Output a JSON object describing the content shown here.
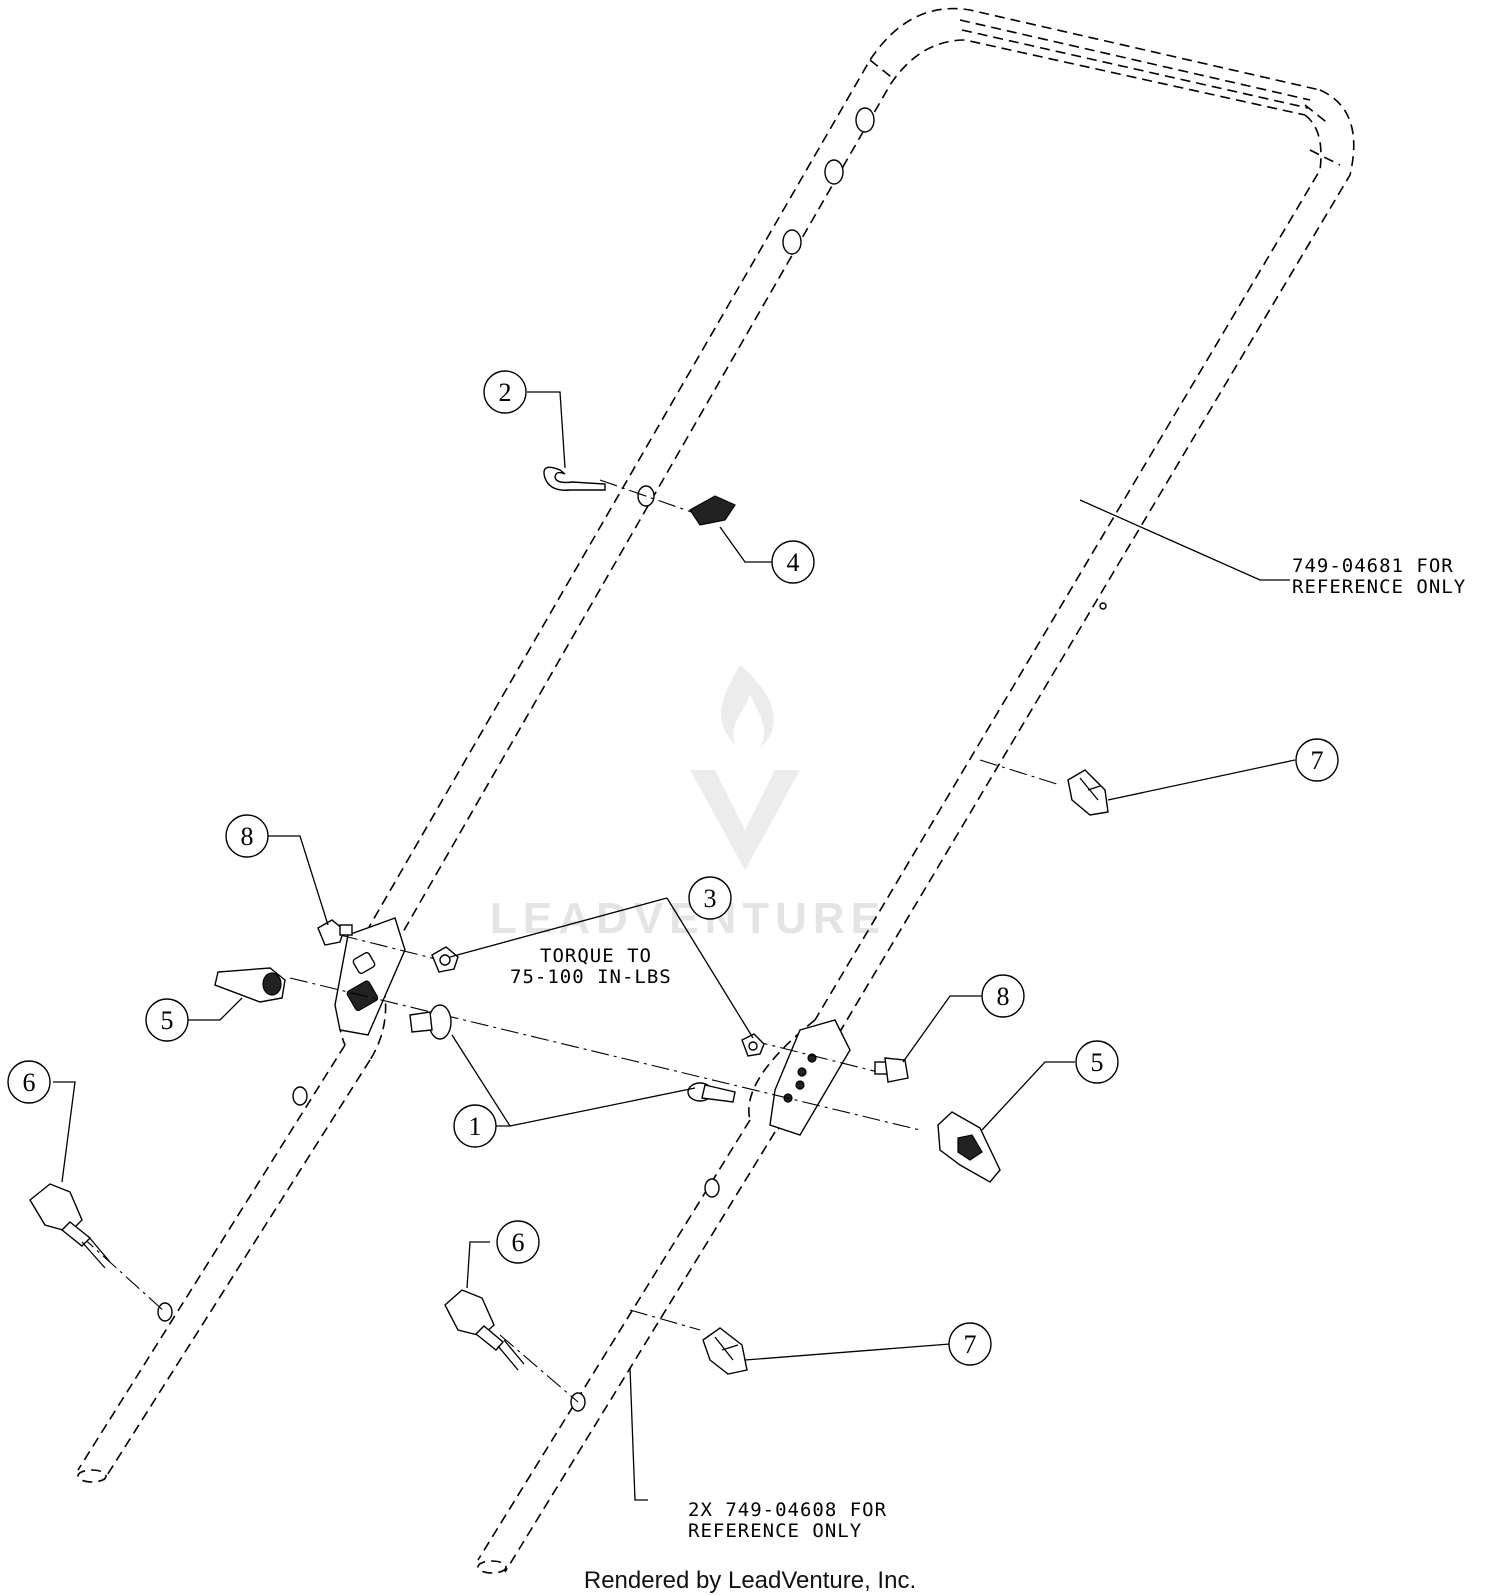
{
  "callouts": [
    {
      "number": "1"
    },
    {
      "number": "2"
    },
    {
      "number": "3"
    },
    {
      "number": "4"
    },
    {
      "number": "5"
    },
    {
      "number": "5"
    },
    {
      "number": "6"
    },
    {
      "number": "6"
    },
    {
      "number": "7"
    },
    {
      "number": "7"
    },
    {
      "number": "8"
    },
    {
      "number": "8"
    }
  ],
  "references": {
    "upper_handle": [
      "749-04681 FOR",
      "REFERENCE ONLY"
    ],
    "lower_handle": [
      "2X 749-04608 FOR",
      "REFERENCE ONLY"
    ],
    "torque": [
      "TORQUE TO",
      "75-100 IN-LBS"
    ]
  },
  "watermark": {
    "text": "LEADVENTURE"
  },
  "footer": {
    "text": "Rendered by LeadVenture, Inc."
  },
  "colors": {
    "line": "#000000",
    "watermark": "#e4e4e4",
    "background": "#ffffff"
  }
}
